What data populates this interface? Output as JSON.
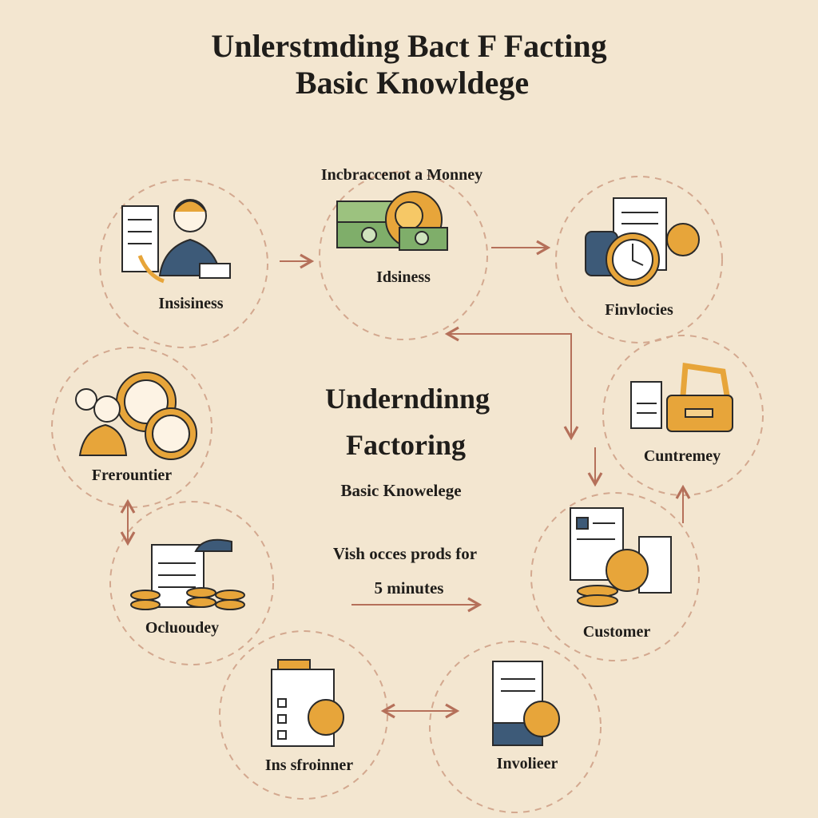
{
  "title": {
    "line1": "Unlerstmding  Bact  F Facting",
    "line2": "Basic Knowldege"
  },
  "center": {
    "heading1": "Underndinng",
    "heading2": "Factoring",
    "subheading": "Basic Knowelege",
    "note1": "Vish occes prods for",
    "note2": "5 minutes"
  },
  "nodes": [
    {
      "label": "Insisiness",
      "icon": "businessman-with-documents"
    },
    {
      "label": "Idsiness",
      "icon": "money-bills-and-coins",
      "caption": "Incbraccenot a Monney"
    },
    {
      "label": "Finvlocies",
      "icon": "invoice-clock-coin"
    },
    {
      "label": "Cuntremey",
      "icon": "briefcase-document"
    },
    {
      "label": "Customer",
      "icon": "invoice-coins"
    },
    {
      "label": "Involieer",
      "icon": "invoice-percent"
    },
    {
      "label": "Ins sfroinner",
      "icon": "checklist-coin"
    },
    {
      "label": "Ocluoudey",
      "icon": "receipt-coin-stacks"
    },
    {
      "label": "Frerountier",
      "icon": "people-coins"
    }
  ],
  "colors": {
    "background": "#f3e6d0",
    "circle": "#d3a88f",
    "arrow": "#b5705a",
    "gold": "#e7a53a",
    "navy": "#3d5a78",
    "green": "#7fae6a"
  }
}
